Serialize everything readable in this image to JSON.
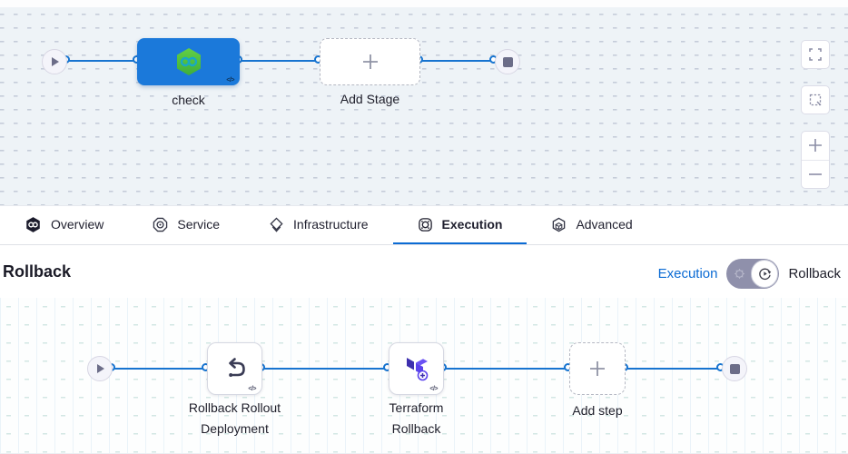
{
  "pipeline_top": {
    "stage": {
      "label": "check",
      "icon": "harness-cd-hexagon-icon",
      "color": "#1b79da",
      "code_glyph": "</>"
    },
    "add_stage": {
      "label": "Add Stage"
    },
    "start_node": "play-node",
    "end_node": "stop-node",
    "controls": [
      {
        "name": "fullscreen-button",
        "icon": "fullscreen-icon"
      },
      {
        "name": "marquee-select-button",
        "icon": "marquee-icon"
      },
      {
        "name": "zoom-in-button",
        "icon": "plus-icon"
      },
      {
        "name": "zoom-out-button",
        "icon": "minus-icon"
      }
    ]
  },
  "tabs": {
    "items": [
      {
        "label": "Overview",
        "icon": "harness-logo-icon",
        "active": false
      },
      {
        "label": "Service",
        "icon": "target-octagon-icon",
        "active": false
      },
      {
        "label": "Infrastructure",
        "icon": "diamond-layers-icon",
        "active": false
      },
      {
        "label": "Execution",
        "icon": "governance-icon",
        "active": true
      },
      {
        "label": "Advanced",
        "icon": "hexagon-cube-icon",
        "active": false
      }
    ],
    "active_color": "#0b6bd4"
  },
  "section": {
    "title": "Rollback",
    "mode_switch": {
      "left_label": "Execution",
      "right_label": "Rollback",
      "left_label_color": "#0b6bd4",
      "state": "rollback",
      "track_color": "#8f90ab"
    }
  },
  "pipeline_bottom": {
    "steps": [
      {
        "lines": [
          "Rollback Rollout",
          "Deployment"
        ],
        "icon": "undo-arrow-icon",
        "code_glyph": "</>"
      },
      {
        "lines": [
          "Terraform",
          "Rollback"
        ],
        "icon": "terraform-icon",
        "code_glyph": "</>"
      }
    ],
    "add_step": {
      "label": "Add step"
    },
    "start_node": "play-node",
    "end_node": "stop-node"
  },
  "colors": {
    "connector_blue": "#1774d0",
    "canvas_top_bg": "#eef3f7",
    "canvas_bottom_bg": "#fdfefe",
    "stage_blue": "#1b79da",
    "harness_green": "#4cc035",
    "terraform_purple": "#5b43ec",
    "node_glyph_gray": "#6c6d88"
  }
}
